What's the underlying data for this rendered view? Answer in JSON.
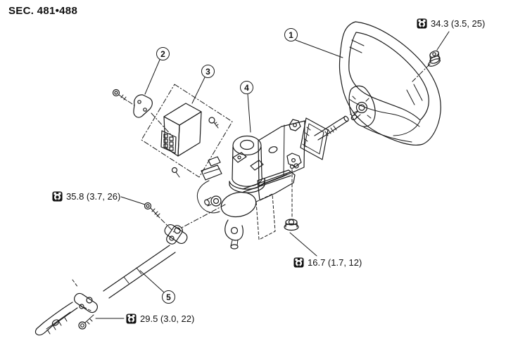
{
  "header": {
    "section_label": "SEC. 481•488"
  },
  "diagram": {
    "callouts": [
      {
        "label": "1"
      },
      {
        "label": "2"
      },
      {
        "label": "3"
      },
      {
        "label": "4"
      },
      {
        "label": "5"
      }
    ],
    "torque_specs": [
      {
        "icon": "torque-wrench-icon",
        "text": "34.3 (3.5, 25)"
      },
      {
        "icon": "torque-wrench-icon",
        "text": "35.8 (3.7, 26)"
      },
      {
        "icon": "torque-wrench-icon",
        "text": "16.7 (1.7, 12)"
      },
      {
        "icon": "torque-wrench-icon",
        "text": "29.5 (3.0, 22)"
      }
    ],
    "colors": {
      "line": "#1a1a1a",
      "background": "#ffffff"
    }
  }
}
